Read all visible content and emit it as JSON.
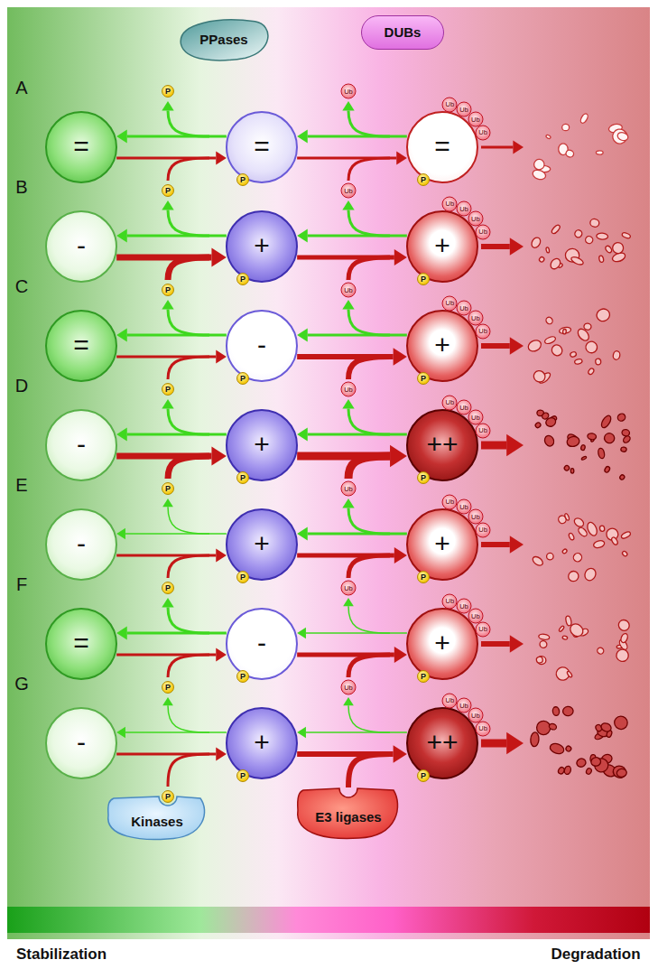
{
  "diagram": {
    "nodes": [
      {
        "text": [
          "PPases"
        ]
      },
      {
        "text": [
          "DUBs"
        ]
      },
      {
        "text": [
          "="
        ]
      },
      {
        "text": [
          "="
        ]
      },
      {
        "text": [
          "="
        ]
      },
      {
        "text": [
          "-"
        ]
      },
      {
        "text": [
          "+"
        ]
      },
      {
        "text": [
          "+"
        ]
      },
      {
        "text": [
          "="
        ]
      },
      {
        "text": [
          "-"
        ]
      },
      {
        "text": [
          "+"
        ]
      },
      {
        "text": [
          "-"
        ]
      },
      {
        "text": [
          "+"
        ]
      },
      {
        "text": [
          "++"
        ]
      },
      {
        "text": [
          "-"
        ]
      },
      {
        "text": [
          "+"
        ]
      },
      {
        "text": [
          "+"
        ]
      },
      {
        "text": [
          "="
        ]
      },
      {
        "text": [
          "-"
        ]
      },
      {
        "text": [
          "+"
        ]
      },
      {
        "text": [
          "-"
        ]
      },
      {
        "text": [
          "+"
        ]
      },
      {
        "text": [
          "++"
        ]
      },
      {
        "text": [
          "Kinases"
        ]
      },
      {
        "text": [
          "E3 ligases"
        ]
      }
    ],
    "edges": [
      {
        "from": 3,
        "to": 2,
        "arrow": "to"
      },
      {
        "from": 2,
        "to": 3,
        "arrow": "to"
      },
      {
        "from": 4,
        "to": 3,
        "arrow": "to"
      },
      {
        "from": 3,
        "to": 4,
        "arrow": "to"
      },
      {
        "from": 6,
        "to": 5,
        "arrow": "to"
      },
      {
        "from": 5,
        "to": 6,
        "arrow": "to"
      },
      {
        "from": 7,
        "to": 6,
        "arrow": "to"
      },
      {
        "from": 6,
        "to": 7,
        "arrow": "to"
      },
      {
        "from": 9,
        "to": 8,
        "arrow": "to"
      },
      {
        "from": 8,
        "to": 9,
        "arrow": "to"
      },
      {
        "from": 10,
        "to": 9,
        "arrow": "to"
      },
      {
        "from": 9,
        "to": 10,
        "arrow": "to"
      },
      {
        "from": 12,
        "to": 11,
        "arrow": "to"
      },
      {
        "from": 11,
        "to": 12,
        "arrow": "to"
      },
      {
        "from": 13,
        "to": 12,
        "arrow": "to"
      },
      {
        "from": 12,
        "to": 13,
        "arrow": "to"
      },
      {
        "from": 15,
        "to": 14,
        "arrow": "to"
      },
      {
        "from": 14,
        "to": 15,
        "arrow": "to"
      },
      {
        "from": 16,
        "to": 15,
        "arrow": "to"
      },
      {
        "from": 15,
        "to": 16,
        "arrow": "to"
      },
      {
        "from": 18,
        "to": 17,
        "arrow": "to"
      },
      {
        "from": 17,
        "to": 18,
        "arrow": "to"
      },
      {
        "from": 19,
        "to": 18,
        "arrow": "to"
      },
      {
        "from": 18,
        "to": 19,
        "arrow": "to"
      },
      {
        "from": 21,
        "to": 20,
        "arrow": "to"
      },
      {
        "from": 20,
        "to": 21,
        "arrow": "to"
      },
      {
        "from": 22,
        "to": 21,
        "arrow": "to"
      },
      {
        "from": 21,
        "to": 22,
        "arrow": "to"
      }
    ],
    "labels": [
      "A",
      "B",
      "C",
      "D",
      "E",
      "F",
      "G",
      "P",
      "P",
      "Ub",
      "Ub",
      "Ub",
      "Ub",
      "P",
      "P",
      "Ub",
      "Ub",
      "Ub",
      "Ub",
      "P",
      "P",
      "Ub",
      "Ub",
      "Ub",
      "Ub",
      "P",
      "P",
      "Ub",
      "Ub",
      "Ub",
      "Ub",
      "P",
      "P",
      "Ub",
      "Ub",
      "Ub",
      "Ub",
      "P",
      "P",
      "Ub",
      "Ub",
      "Ub",
      "Ub",
      "P",
      "P",
      "Ub",
      "Ub",
      "Ub",
      "Ub",
      "P",
      "P",
      "P",
      "P",
      "P",
      "P",
      "P",
      "Ub",
      "Ub",
      "Ub",
      "Ub",
      "Ub",
      "Ub",
      "Ub",
      "P",
      "Stabilization",
      "Degradation"
    ]
  }
}
